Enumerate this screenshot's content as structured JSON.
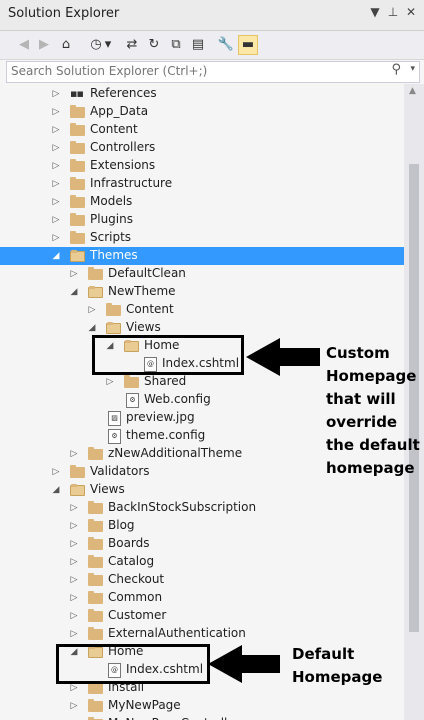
{
  "window": {
    "title": "Solution Explorer",
    "pin_glyph": "▼",
    "pin2_glyph": "⊥",
    "close_glyph": "✕"
  },
  "toolbar": {
    "back": "◀",
    "forward": "▶",
    "home": "⌂",
    "history": "◷",
    "history_dd": "▾",
    "sync": "⇄",
    "refresh": "↻",
    "collapse": "⧉",
    "copy": "▤",
    "properties": "🔧",
    "pin": "▬"
  },
  "search": {
    "placeholder": "Search Solution Explorer (Ctrl+;)",
    "icon": "⚲",
    "dropdown": "▾"
  },
  "tree": [
    {
      "label": "References",
      "depth": 0,
      "exp": "collapsed",
      "icon": "ref"
    },
    {
      "label": "App_Data",
      "depth": 0,
      "exp": "collapsed",
      "icon": "folder"
    },
    {
      "label": "Content",
      "depth": 0,
      "exp": "collapsed",
      "icon": "folder"
    },
    {
      "label": "Controllers",
      "depth": 0,
      "exp": "collapsed",
      "icon": "folder"
    },
    {
      "label": "Extensions",
      "depth": 0,
      "exp": "collapsed",
      "icon": "folder"
    },
    {
      "label": "Infrastructure",
      "depth": 0,
      "exp": "collapsed",
      "icon": "folder"
    },
    {
      "label": "Models",
      "depth": 0,
      "exp": "collapsed",
      "icon": "folder"
    },
    {
      "label": "Plugins",
      "depth": 0,
      "exp": "collapsed",
      "icon": "folder"
    },
    {
      "label": "Scripts",
      "depth": 0,
      "exp": "collapsed",
      "icon": "folder"
    },
    {
      "label": "Themes",
      "depth": 0,
      "exp": "expanded",
      "icon": "folder-open",
      "selected": true
    },
    {
      "label": "DefaultClean",
      "depth": 1,
      "exp": "collapsed",
      "icon": "folder"
    },
    {
      "label": "NewTheme",
      "depth": 1,
      "exp": "expanded",
      "icon": "folder-open"
    },
    {
      "label": "Content",
      "depth": 2,
      "exp": "collapsed",
      "icon": "folder"
    },
    {
      "label": "Views",
      "depth": 2,
      "exp": "expanded",
      "icon": "folder-open"
    },
    {
      "label": "Home",
      "depth": 3,
      "exp": "expanded",
      "icon": "folder-open"
    },
    {
      "label": "Index.cshtml",
      "depth": 4,
      "exp": "none",
      "icon": "razor"
    },
    {
      "label": "Shared",
      "depth": 3,
      "exp": "collapsed",
      "icon": "folder"
    },
    {
      "label": "Web.config",
      "depth": 3,
      "exp": "none",
      "icon": "config"
    },
    {
      "label": "preview.jpg",
      "depth": 2,
      "exp": "none",
      "icon": "image"
    },
    {
      "label": "theme.config",
      "depth": 2,
      "exp": "none",
      "icon": "config"
    },
    {
      "label": "zNewAdditionalTheme",
      "depth": 1,
      "exp": "collapsed",
      "icon": "folder"
    },
    {
      "label": "Validators",
      "depth": 0,
      "exp": "collapsed",
      "icon": "folder"
    },
    {
      "label": "Views",
      "depth": 0,
      "exp": "expanded",
      "icon": "folder-open"
    },
    {
      "label": "BackInStockSubscription",
      "depth": 1,
      "exp": "collapsed",
      "icon": "folder"
    },
    {
      "label": "Blog",
      "depth": 1,
      "exp": "collapsed",
      "icon": "folder"
    },
    {
      "label": "Boards",
      "depth": 1,
      "exp": "collapsed",
      "icon": "folder"
    },
    {
      "label": "Catalog",
      "depth": 1,
      "exp": "collapsed",
      "icon": "folder"
    },
    {
      "label": "Checkout",
      "depth": 1,
      "exp": "collapsed",
      "icon": "folder"
    },
    {
      "label": "Common",
      "depth": 1,
      "exp": "collapsed",
      "icon": "folder"
    },
    {
      "label": "Customer",
      "depth": 1,
      "exp": "collapsed",
      "icon": "folder"
    },
    {
      "label": "ExternalAuthentication",
      "depth": 1,
      "exp": "collapsed",
      "icon": "folder"
    },
    {
      "label": "Home",
      "depth": 1,
      "exp": "expanded",
      "icon": "folder-open"
    },
    {
      "label": "Index.cshtml",
      "depth": 2,
      "exp": "none",
      "icon": "razor"
    },
    {
      "label": "Install",
      "depth": 1,
      "exp": "collapsed",
      "icon": "folder"
    },
    {
      "label": "MyNewPage",
      "depth": 1,
      "exp": "collapsed",
      "icon": "folder"
    },
    {
      "label": "MyNewPageController",
      "depth": 1,
      "exp": "collapsed",
      "icon": "folder"
    }
  ],
  "annotations": {
    "custom": [
      "Custom",
      "Homepage",
      "that will",
      "override",
      "the default",
      "homepage"
    ],
    "default": [
      "Default",
      "Homepage"
    ]
  },
  "colors": {
    "selection": "#3399ff",
    "folder": "#dcb67a",
    "annotation": "#000000"
  }
}
